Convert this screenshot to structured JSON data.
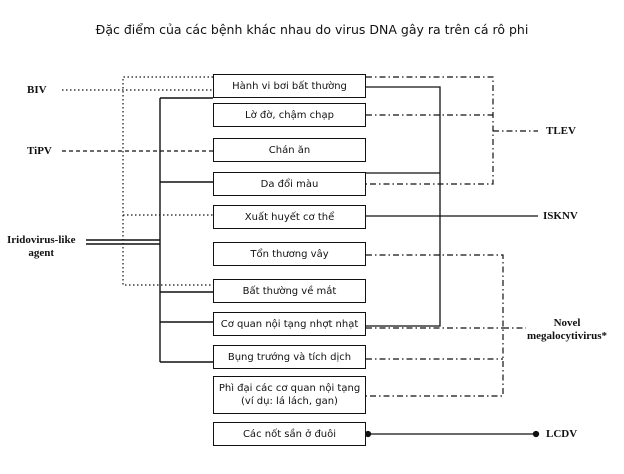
{
  "title": "Đặc điểm của các bệnh khác nhau do virus DNA gây ra trên cá rô phi",
  "symptoms": [
    {
      "id": "s1",
      "label": "Hành vi bơi bất thường"
    },
    {
      "id": "s2",
      "label": "Lờ đờ, chậm chạp"
    },
    {
      "id": "s3",
      "label": "Chán ăn"
    },
    {
      "id": "s4",
      "label": "Da đổi màu"
    },
    {
      "id": "s5",
      "label": "Xuất huyết cơ thể"
    },
    {
      "id": "s6",
      "label": "Tổn thương vây"
    },
    {
      "id": "s7",
      "label": "Bất thường về mắt"
    },
    {
      "id": "s8",
      "label": "Cơ quan nội tạng nhợt nhạt"
    },
    {
      "id": "s9",
      "label": "Bụng trướng và tích dịch"
    },
    {
      "id": "s10",
      "label": "Phì đại các cơ quan nội tạng\n(ví dụ: lá lách, gan)"
    },
    {
      "id": "s11",
      "label": "Các nốt sần ở đuôi"
    }
  ],
  "viruses": {
    "biv": "BIV",
    "tipv": "TiPV",
    "irido": "Iridovirus-like\nagent",
    "tlev": "TLEV",
    "iskny": "ISKNV",
    "novel": "Novel\nmegalocytivirus*",
    "lcdv": "LCDV"
  }
}
